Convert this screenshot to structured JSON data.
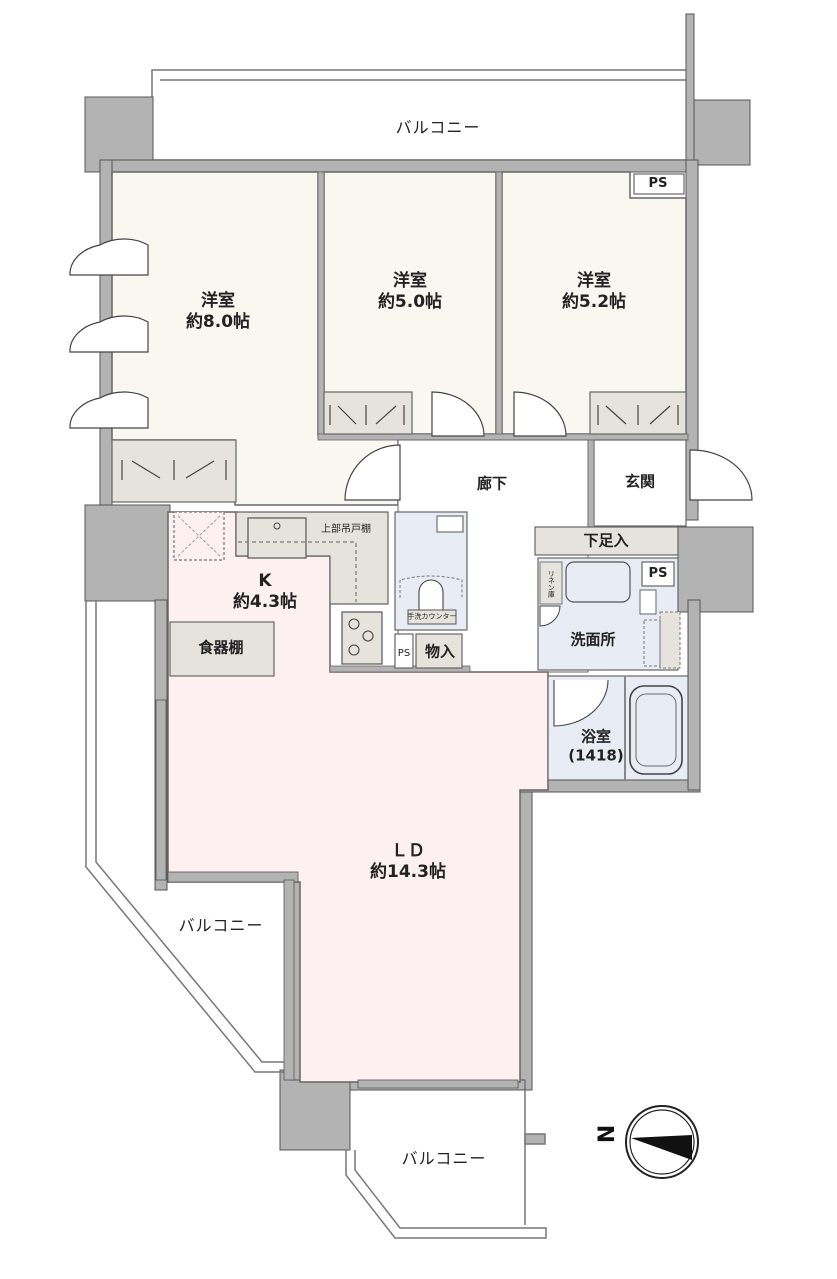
{
  "floorplan": {
    "colors": {
      "wall": "#b3b3b3",
      "wall_line": "#555555",
      "bedroom_floor": "#f8f7f0",
      "ld_floor": "#fcf0f0",
      "wet_floor": "#e8edf5",
      "storage_floor": "#e6e3dc",
      "hall_floor": "#ffffff",
      "balcony_floor": "#ffffff"
    },
    "rooms": [
      {
        "id": "western-room-1",
        "name": "洋室",
        "size": "約8.0帖"
      },
      {
        "id": "western-room-2",
        "name": "洋室",
        "size": "約5.0帖"
      },
      {
        "id": "western-room-3",
        "name": "洋室",
        "size": "約5.2帖"
      },
      {
        "id": "hallway",
        "name": "廊下"
      },
      {
        "id": "entrance",
        "name": "玄関"
      },
      {
        "id": "shoe-storage",
        "name": "下足入"
      },
      {
        "id": "kitchen",
        "name": "K",
        "size": "約4.3帖"
      },
      {
        "id": "cupboard",
        "name": "食器棚"
      },
      {
        "id": "washroom",
        "name": "洗面所"
      },
      {
        "id": "bathroom",
        "name": "浴室",
        "size": "(1418)"
      },
      {
        "id": "storage",
        "name": "物入"
      },
      {
        "id": "living-dining",
        "name": "ＬＤ",
        "size": "約14.3帖"
      }
    ],
    "balconies": [
      {
        "id": "balcony-top",
        "name": "バルコニー"
      },
      {
        "id": "balcony-left",
        "name": "バルコニー"
      },
      {
        "id": "balcony-bottom",
        "name": "バルコニー"
      }
    ],
    "small_labels": {
      "ps_top": "PS",
      "ps_kitchen": "PS",
      "ps_wash": "PS",
      "kitchen_upper_cabinet": "上部吊戸棚",
      "toilet_counter": "手洗カウンター",
      "wash_shelf": "リネン庫"
    },
    "compass": {
      "label": "N",
      "direction": "left"
    }
  }
}
